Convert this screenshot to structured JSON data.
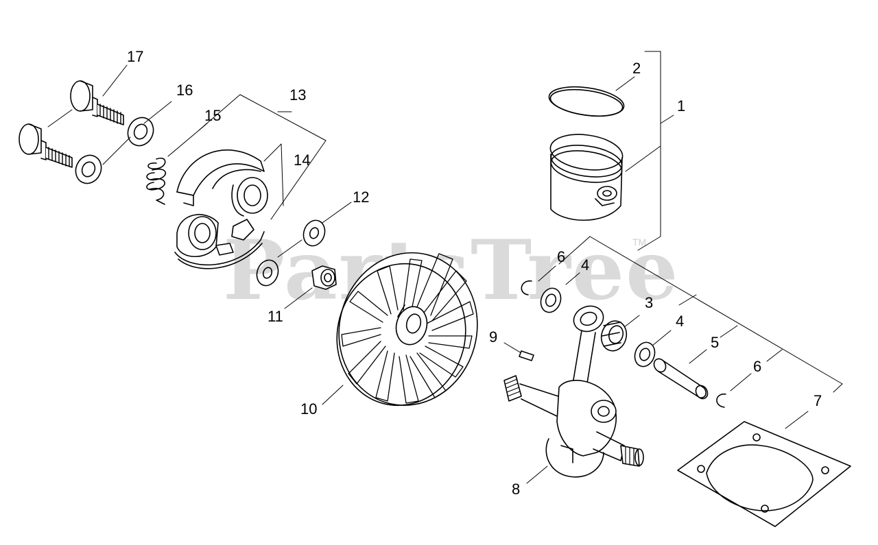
{
  "watermark": {
    "text": "PartsTree",
    "trademark": "TM"
  },
  "colors": {
    "line": "#000000",
    "watermark": "#d4d4d4",
    "background": "#ffffff"
  },
  "callouts": {
    "c1": "1",
    "c2": "2",
    "c3": "3",
    "c4a": "4",
    "c4b": "4",
    "c5": "5",
    "c6a": "6",
    "c6b": "6",
    "c7": "7",
    "c8": "8",
    "c9": "9",
    "c10": "10",
    "c11": "11",
    "c12": "12",
    "c13": "13",
    "c14": "14",
    "c15": "15",
    "c16": "16",
    "c17": "17"
  }
}
